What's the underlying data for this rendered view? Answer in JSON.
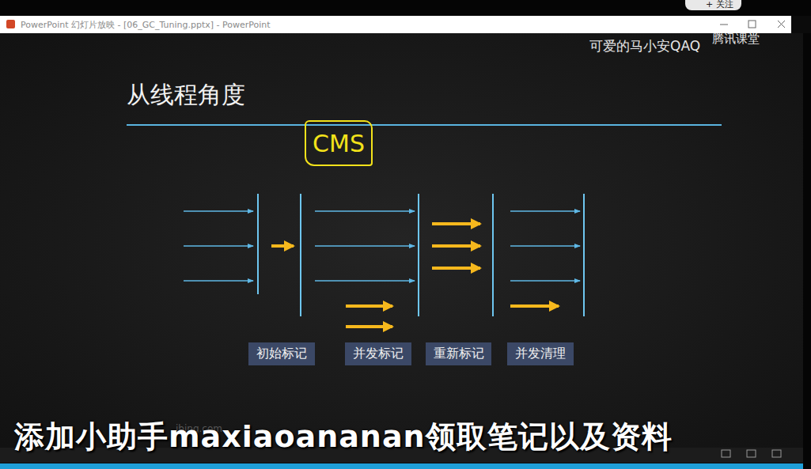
{
  "diagram": {
    "title": "从线程角度",
    "nodes": [
      {
        "text": [
          "CMS"
        ]
      },
      {
        "text": [
          "初始标记"
        ]
      },
      {
        "text": [
          "并发标记"
        ]
      },
      {
        "text": [
          "重新标记"
        ]
      },
      {
        "text": [
          "并发清理"
        ]
      }
    ],
    "labels": [
      "PowerPoint 幻灯片放映 - [06_GC_Tuning.pptx] - PowerPoint",
      "+ 关注",
      "可爱的马小安QAQ",
      "腾讯课堂",
      "ibing.com",
      "添加小助手maxiaoananan领取笔记以及资料"
    ]
  }
}
